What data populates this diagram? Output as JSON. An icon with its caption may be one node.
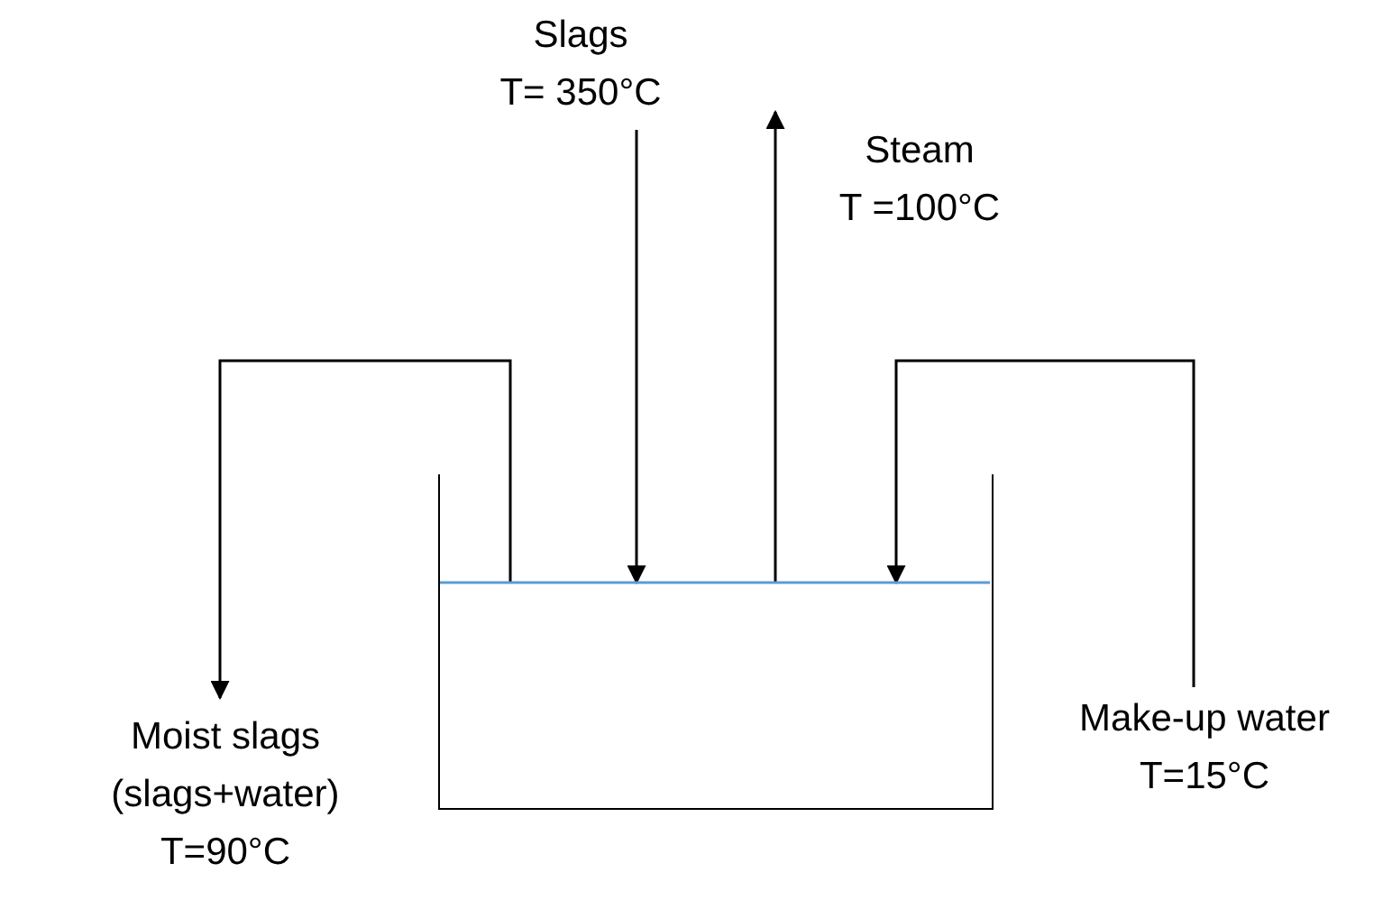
{
  "diagram": {
    "nodes": [
      {
        "text": [],
        "shape": "box"
      },
      {
        "text": [
          "Slags",
          "T= 350°C"
        ]
      },
      {
        "text": [
          "Steam",
          "T =100°C"
        ]
      },
      {
        "text": [
          "Moist slags (slags+water)",
          "T=90°C"
        ]
      },
      {
        "text": [
          "Make-up water",
          "T=15°C"
        ]
      }
    ],
    "edges": [
      {
        "from": 1,
        "to": 0,
        "arrow": "to"
      },
      {
        "from": 0,
        "to": 2,
        "arrow": "to"
      },
      {
        "from": 4,
        "to": 0,
        "arrow": "to"
      },
      {
        "from": 0,
        "to": 3,
        "arrow": "to"
      }
    ]
  }
}
